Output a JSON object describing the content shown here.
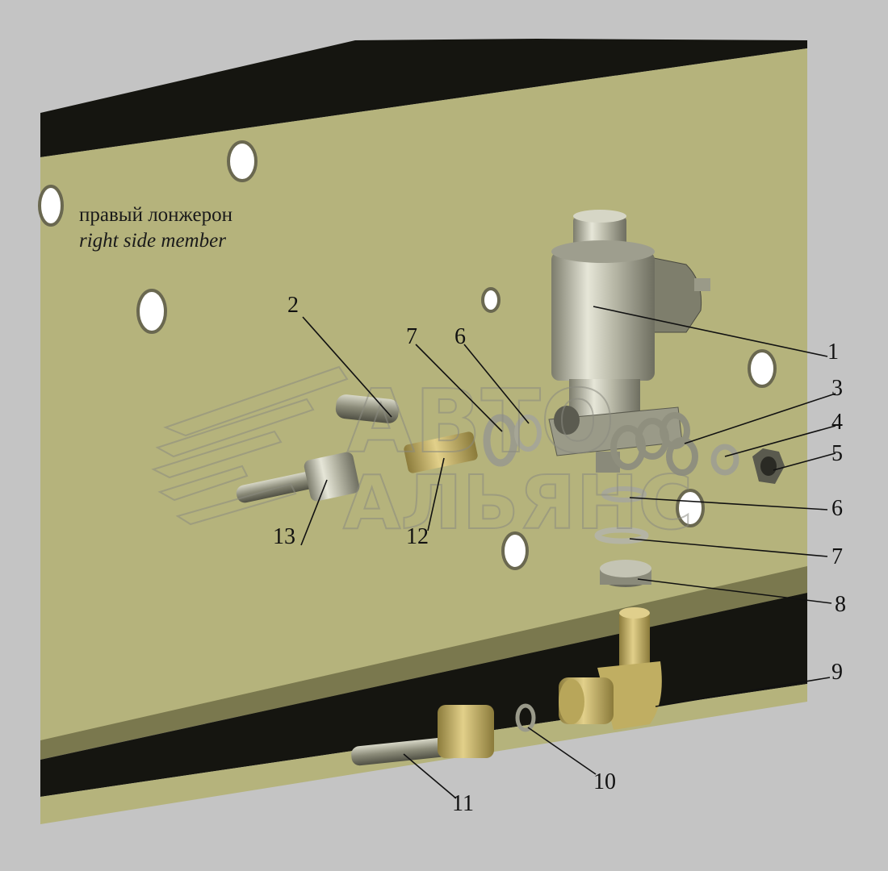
{
  "member_label": {
    "ru": "правый лонжерон",
    "en": "right side member"
  },
  "callouts": [
    {
      "id": "c1",
      "label": "1"
    },
    {
      "id": "c2",
      "label": "2"
    },
    {
      "id": "c3",
      "label": "3"
    },
    {
      "id": "c4",
      "label": "4"
    },
    {
      "id": "c5",
      "label": "5"
    },
    {
      "id": "c6a",
      "label": "6"
    },
    {
      "id": "c7a",
      "label": "7"
    },
    {
      "id": "c6b",
      "label": "6"
    },
    {
      "id": "c7b",
      "label": "7"
    },
    {
      "id": "c8",
      "label": "8"
    },
    {
      "id": "c9",
      "label": "9"
    },
    {
      "id": "c10",
      "label": "10"
    },
    {
      "id": "c11",
      "label": "11"
    },
    {
      "id": "c12",
      "label": "12"
    },
    {
      "id": "c13",
      "label": "13"
    }
  ],
  "watermark": {
    "line1": "АВТО",
    "line2": "АЛЬЯНС"
  },
  "colors": {
    "background": "#c4c4c4",
    "panel": "#b5b37c",
    "flange": "#151510",
    "metal": "#b0b09a",
    "brass": "#c9b66a"
  }
}
